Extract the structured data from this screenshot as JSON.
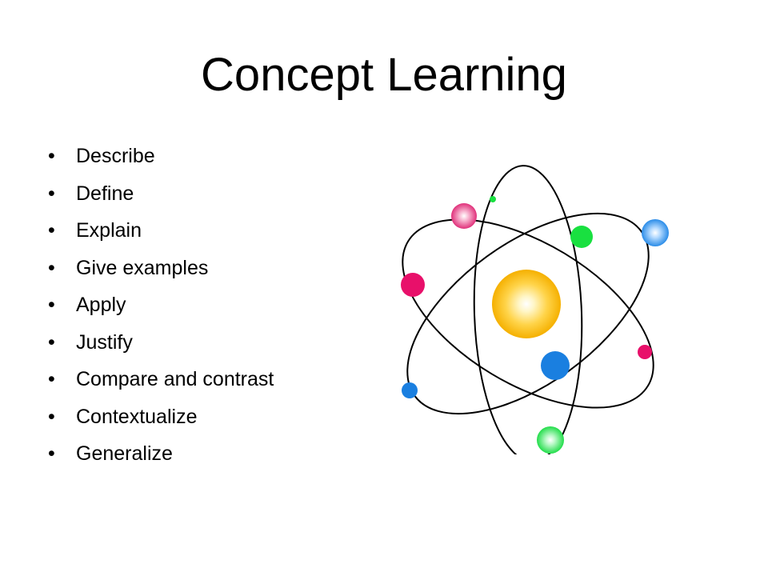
{
  "slide": {
    "title": "Concept Learning",
    "bullets": [
      "Describe",
      "Define",
      "Explain",
      "Give examples",
      "Apply",
      "Justify",
      "Compare and contrast",
      "Contextualize",
      "Generalize"
    ]
  },
  "atom_illustration": {
    "orbit_color": "#000000",
    "nucleus_color": "#f5b800",
    "electron_colors": {
      "pink": "#e8106a",
      "green": "#19e040",
      "blue": "#1a7fe0"
    }
  }
}
